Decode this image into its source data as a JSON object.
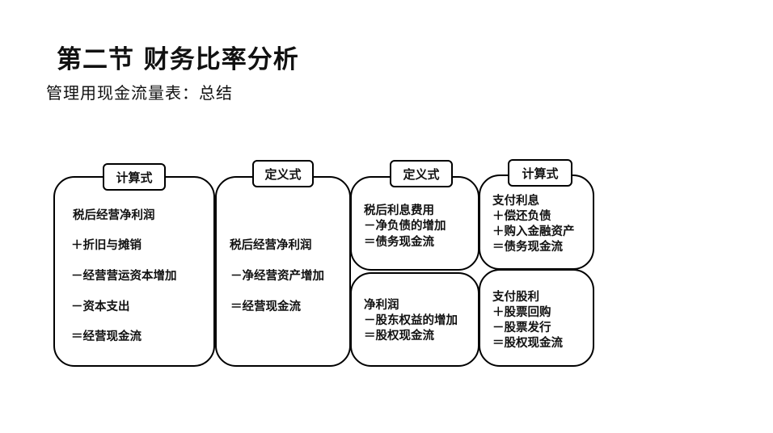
{
  "page": {
    "title": "第二节 财务比率分析",
    "subtitle": "管理用现金流量表：总结"
  },
  "boxes": [
    {
      "tag": "计算式",
      "lines": [
        "税后经营净利润",
        "＋折旧与摊销",
        "－经营营运资本增加",
        "－资本支出",
        "＝经营现金流"
      ]
    },
    {
      "tag": "定义式",
      "lines": [
        "税后经营净利润",
        "－净经营资产增加",
        "＝经营现金流"
      ]
    },
    {
      "tag": "定义式",
      "lines": [
        "税后利息费用",
        "－净负债的增加",
        "＝债务现金流"
      ]
    },
    {
      "tag": "计算式",
      "lines": [
        "支付利息",
        "＋偿还负债",
        "＋购入金融资产",
        "＝债务现金流"
      ]
    },
    {
      "lines": [
        "净利润",
        "－股东权益的增加",
        "＝股权现金流"
      ]
    },
    {
      "lines": [
        "支付股利",
        "＋股票回购",
        "－股票发行",
        "＝股权现金流"
      ]
    }
  ]
}
